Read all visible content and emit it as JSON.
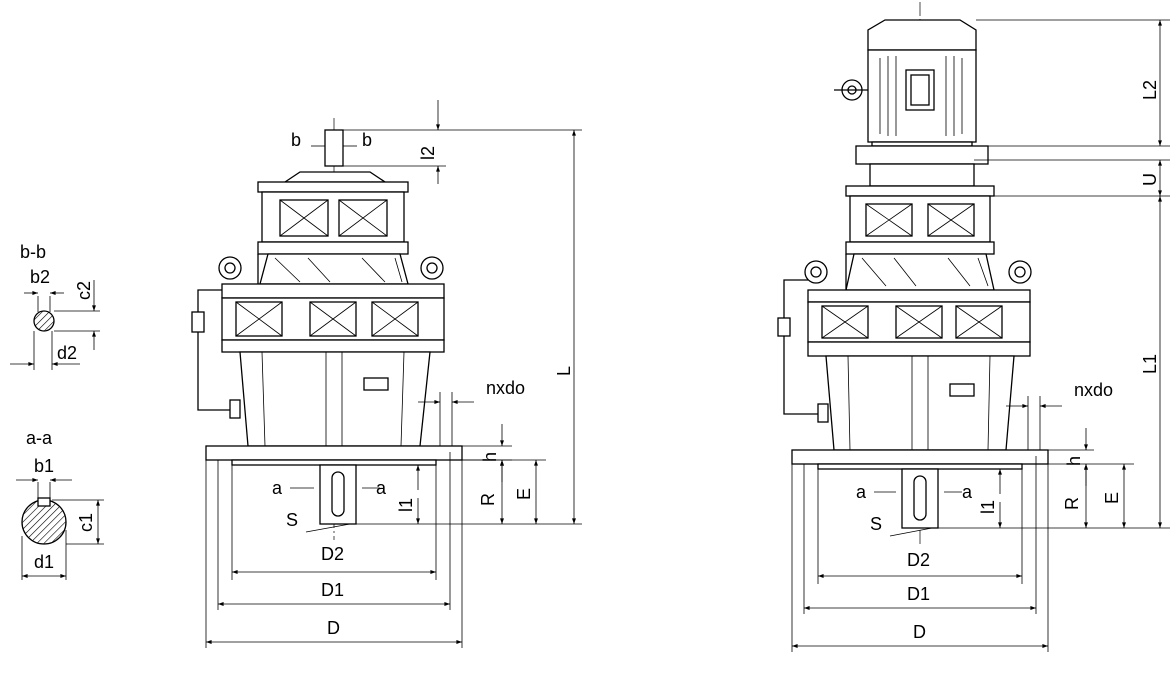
{
  "sections": {
    "bb": {
      "title": "b-b",
      "b2": "b2",
      "c2": "c2",
      "d2": "d2"
    },
    "aa": {
      "title": "a-a",
      "b1": "b1",
      "c1": "c1",
      "d1": "d1"
    }
  },
  "left_view": {
    "b": "b",
    "l2": "l2",
    "L": "L",
    "nxdo": "nxdo",
    "h": "h",
    "a": "a",
    "l1": "l1",
    "R": "R",
    "E": "E",
    "S": "S",
    "D2": "D2",
    "D1": "D1",
    "D": "D"
  },
  "right_view": {
    "L2": "L2",
    "U": "U",
    "L1": "L1",
    "nxdo": "nxdo",
    "h": "h",
    "a": "a",
    "l1": "l1",
    "R": "R",
    "E": "E",
    "S": "S",
    "D2": "D2",
    "D1": "D1",
    "D": "D"
  }
}
